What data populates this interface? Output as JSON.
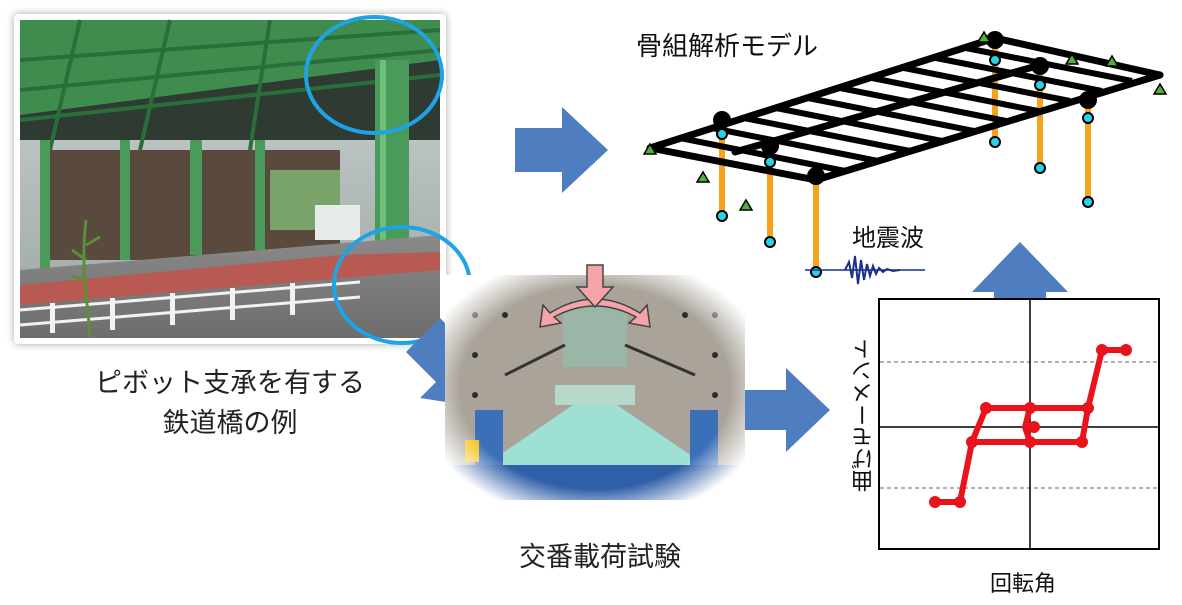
{
  "photo_caption": {
    "line1": "ピボット支承を有する",
    "line2": "鉄道橋の例"
  },
  "model_title": "骨組解析モデル",
  "seismic_wave_label": "地震波",
  "test_caption": "交番載荷試験",
  "graph": {
    "x_label": "回転角",
    "y_label": "曲げモーメント"
  },
  "colors": {
    "arrow_blue": "#4f7ec0",
    "highlight_circle": "#1fa3e4",
    "steel_green": "#3f8d4e",
    "pier_orange": "#f5a21d",
    "hysteresis_red": "#e8141b",
    "load_arrow_pink": "#f4a3a6",
    "cyan_node": "#2bd1e6",
    "support_green": "#4fb03c"
  },
  "icons": [
    "block-arrow-right",
    "block-arrow-up",
    "block-arrow-down-right",
    "load-arrow-down",
    "curved-double-arrow"
  ]
}
